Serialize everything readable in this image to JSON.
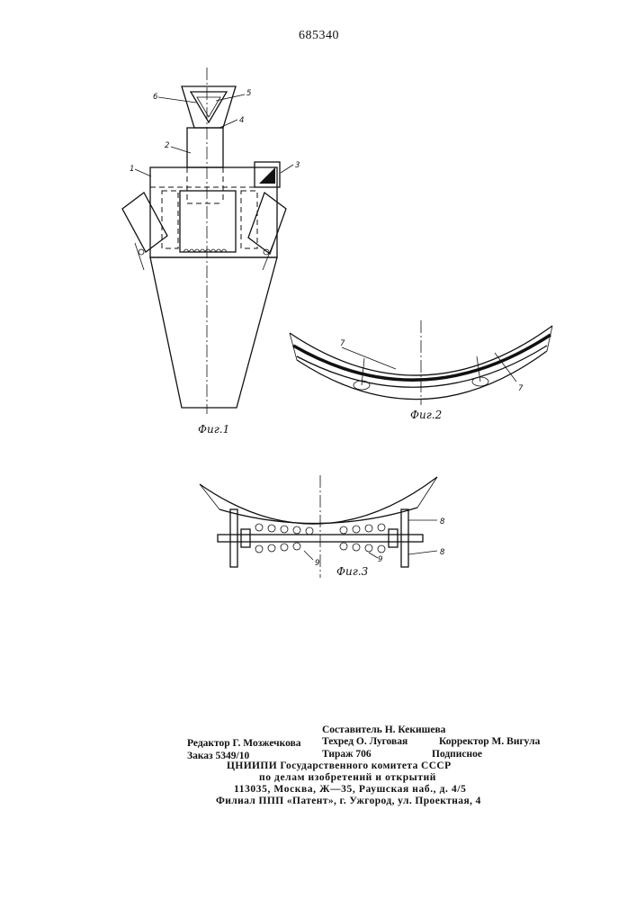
{
  "document": {
    "patent_number": "685340",
    "figures": {
      "fig1": {
        "label": "Фиг.1",
        "callouts": [
          "1",
          "2",
          "3",
          "4",
          "5",
          "6"
        ]
      },
      "fig2": {
        "label": "Фиг.2",
        "callouts": [
          "7",
          "7"
        ]
      },
      "fig3": {
        "label": "Фиг.3",
        "callouts": [
          "8",
          "8",
          "9",
          "9"
        ]
      }
    },
    "credits": {
      "compiler": "Составитель Н. Кекишева",
      "editor": "Редактор Г. Мозжечкова",
      "techred": "Техред О. Луговая",
      "corrector": "Корректор М. Вигула",
      "order": "Заказ 5349/10",
      "circulation": "Тираж 706",
      "subscription": "Подписное",
      "org_line1": "ЦНИИПИ Государственного комитета СССР",
      "org_line2": "по делам изобретений и открытий",
      "address": "113035, Москва, Ж—35, Раушская наб., д. 4/5",
      "branch": "Филиал ППП «Патент», г. Ужгород, ул. Проектная, 4"
    }
  }
}
